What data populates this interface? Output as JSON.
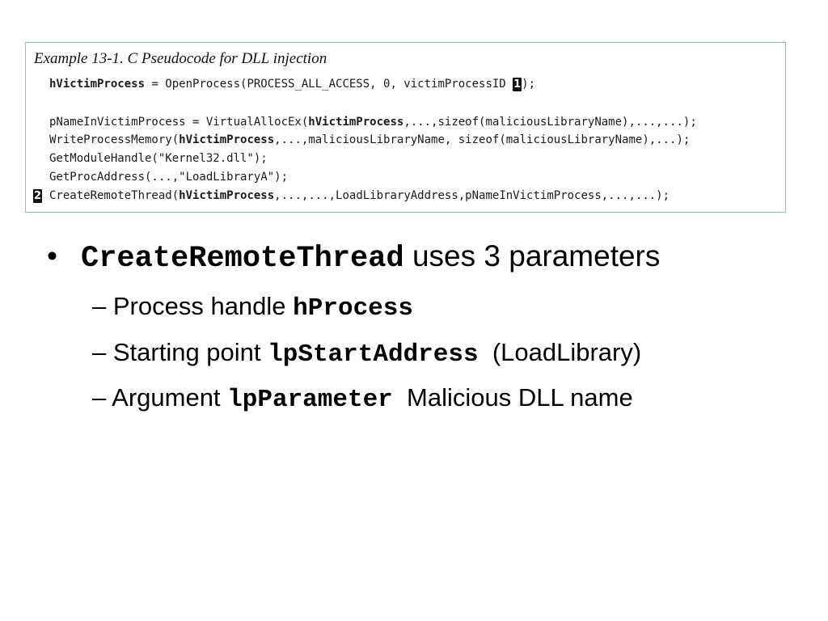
{
  "code_example": {
    "caption": "Example 13-1. C Pseudocode for DLL injection",
    "marker_1": "1",
    "marker_2": "2",
    "line1": {
      "bold_var": "hVictimProcess",
      "rest": " = OpenProcess(PROCESS_ALL_ACCESS, 0, victimProcessID ",
      "end": ");"
    },
    "line2": {
      "start": "pNameInVictimProcess = VirtualAllocEx(",
      "bold_var": "hVictimProcess",
      "rest": ",...,sizeof(maliciousLibraryName),...,...);"
    },
    "line3": {
      "start": "WriteProcessMemory(",
      "bold_var": "hVictimProcess",
      "rest": ",...,maliciousLibraryName, sizeof(maliciousLibraryName),...);"
    },
    "line4": "GetModuleHandle(\"Kernel32.dll\");",
    "line5": "GetProcAddress(...,\"LoadLibraryA\");",
    "line6": {
      "start": "CreateRemoteThread(",
      "bold_var": "hVictimProcess",
      "rest": ",...,...,LoadLibraryAddress,pNameInVictimProcess,...,...);"
    }
  },
  "bullets": {
    "main": {
      "bullet_char": "•",
      "code": "CreateRemoteThread",
      "text": " uses 3 parameters"
    },
    "sub1": {
      "prefix": "– Process handle ",
      "code": "hProcess"
    },
    "sub2": {
      "prefix": "– Starting point ",
      "code": "lpStartAddress",
      "suffix": "  (LoadLibrary)"
    },
    "sub3": {
      "prefix": "– Argument ",
      "code": "lpParameter",
      "suffix": "  Malicious DLL name"
    }
  }
}
